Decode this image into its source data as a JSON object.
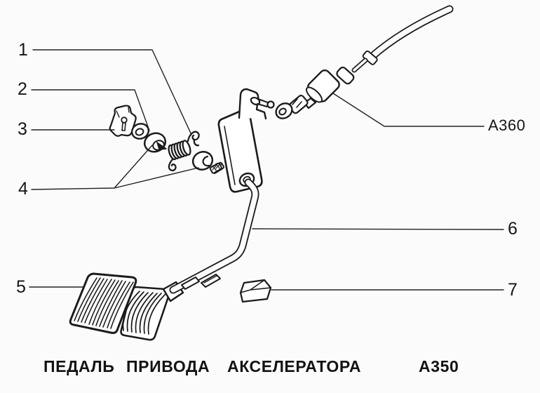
{
  "colors": {
    "background": "#fbfbfb",
    "ink": "#1b1b1b"
  },
  "callouts": {
    "n1": "1",
    "n2": "2",
    "n3": "3",
    "n4": "4",
    "n5": "5",
    "n6": "6",
    "n7": "7",
    "a360": "А360"
  },
  "caption": {
    "word1": "ПЕДАЛЬ",
    "word2": "ПРИВОДА",
    "word3": "АКСЕЛЕРАТОРА",
    "code": "А350"
  }
}
